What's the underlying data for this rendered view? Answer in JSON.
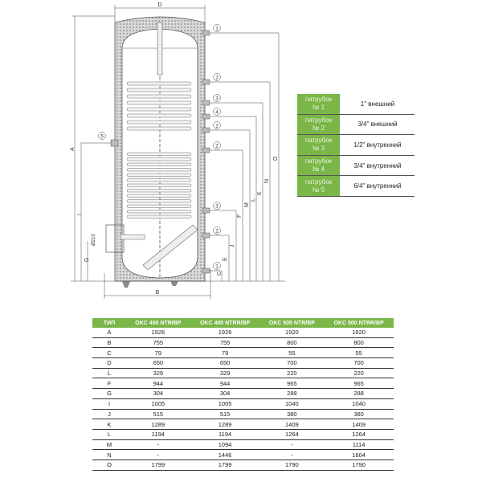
{
  "drawing": {
    "dimension_labels": {
      "A": "A",
      "B": "B",
      "C": "C",
      "D": "D",
      "E": "E",
      "F": "F",
      "G": "G",
      "I": "I",
      "J": "J",
      "K": "K",
      "L": "L",
      "M": "M",
      "N": "N",
      "O": "O",
      "diameter": "Ø210"
    },
    "connections": [
      "1",
      "2",
      "3",
      "4",
      "2",
      "2",
      "3",
      "2",
      "1"
    ],
    "connection_side": "5"
  },
  "legend": [
    {
      "name": "патрубок",
      "num": "№ 1",
      "value": "1\" внешний"
    },
    {
      "name": "патрубок",
      "num": "№ 2",
      "value": "3/4\" внешний"
    },
    {
      "name": "патрубок",
      "num": "№ 3",
      "value": "1/2\" внутренний"
    },
    {
      "name": "патрубок",
      "num": "№ 4",
      "value": "3/4\" внутренний"
    },
    {
      "name": "патрубок",
      "num": "№ 5",
      "value": "6/4\" внутренний"
    }
  ],
  "spec_table": {
    "headers": [
      "ТИП",
      "OKC 400 NTR/BP",
      "OKC 400 NTRR/BP",
      "OKC 500 NTR/BP",
      "OKC 500 NTRR/BP"
    ],
    "rows": [
      [
        "A",
        "1926",
        "1926",
        "1920",
        "1920"
      ],
      [
        "B",
        "755",
        "755",
        "800",
        "800"
      ],
      [
        "C",
        "79",
        "79",
        "55",
        "55"
      ],
      [
        "D",
        "650",
        "650",
        "700",
        "700"
      ],
      [
        "Ĺ",
        "329",
        "329",
        "220",
        "220"
      ],
      [
        "F",
        "944",
        "944",
        "965",
        "965"
      ],
      [
        "G",
        "304",
        "304",
        "288",
        "288"
      ],
      [
        "I",
        "1005",
        "1005",
        "1040",
        "1040"
      ],
      [
        "J",
        "515",
        "515",
        "380",
        "380"
      ],
      [
        "K",
        "1289",
        "1289",
        "1409",
        "1409"
      ],
      [
        "L",
        "1194",
        "1194",
        "1264",
        "1264"
      ],
      [
        "M",
        "-",
        "1094",
        "-",
        "1114"
      ],
      [
        "N",
        "-",
        "1446",
        "-",
        "1604"
      ],
      [
        "O",
        "1799",
        "1799",
        "1790",
        "1790"
      ]
    ]
  },
  "colors": {
    "accent": "#7ab648"
  }
}
